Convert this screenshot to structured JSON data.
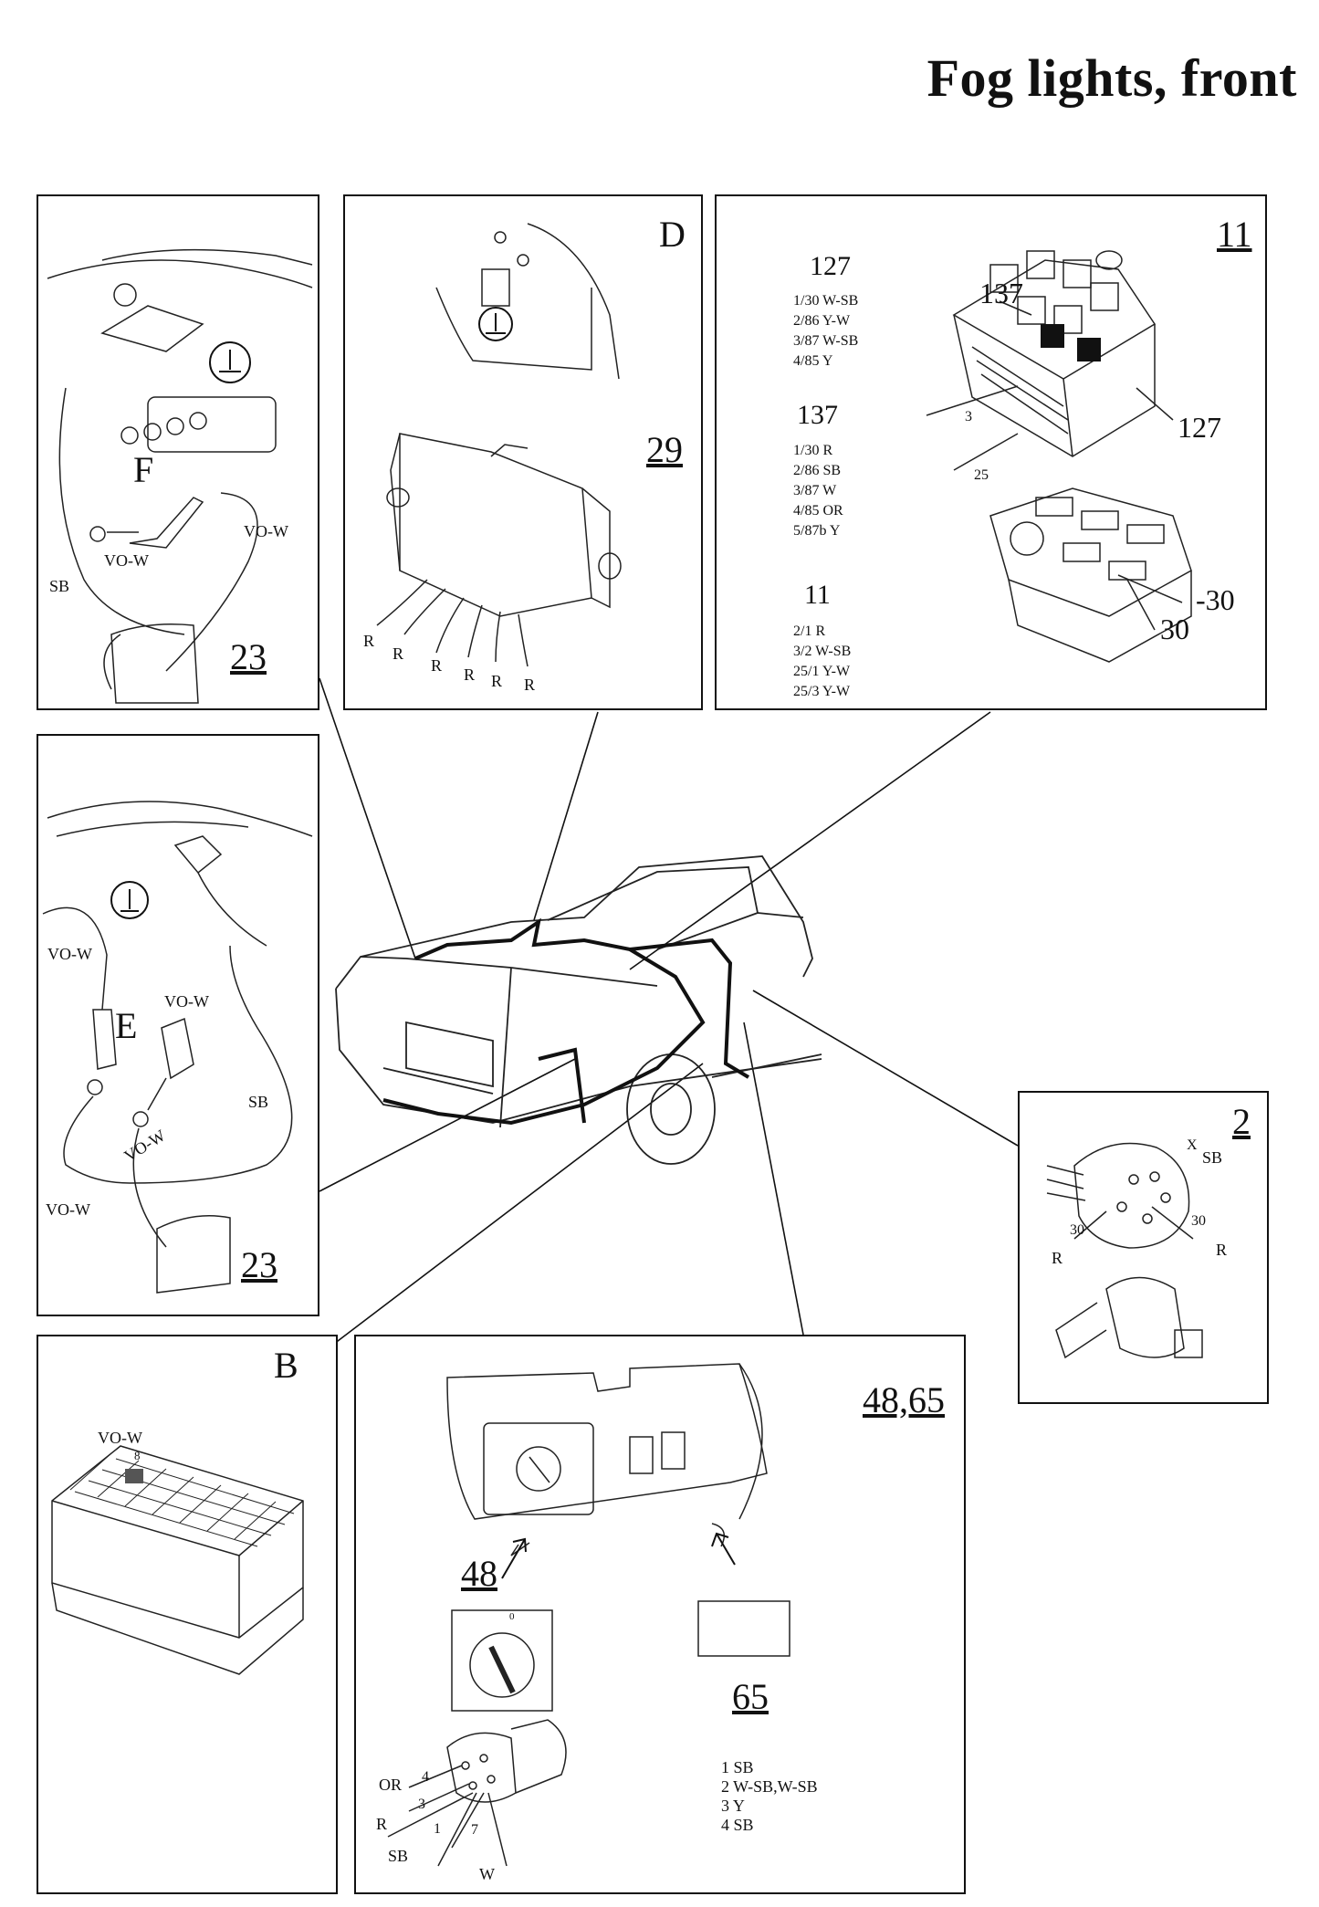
{
  "title": "Fog lights, front",
  "panels": {
    "F": {
      "letter": "F",
      "ref": "23",
      "wires": [
        "VO-W",
        "VO-W",
        "SB"
      ]
    },
    "D": {
      "letter": "D",
      "ref": "29",
      "wires": [
        "R",
        "R",
        "R",
        "R",
        "R",
        "R"
      ]
    },
    "fusebox": {
      "ref": "11",
      "callouts": [
        "137",
        "3",
        "127",
        "25",
        "-30",
        "30"
      ],
      "blocks": [
        {
          "heading": "127",
          "rows": [
            "1/30 W-SB",
            "2/86 Y-W",
            "3/87 W-SB",
            "4/85 Y"
          ]
        },
        {
          "heading": "137",
          "rows": [
            "1/30 R",
            "2/86 SB",
            "3/87 W",
            "4/85 OR",
            "5/87b Y"
          ]
        },
        {
          "heading": "11",
          "rows": [
            "2/1 R",
            "3/2 W-SB",
            "25/1 Y-W",
            "25/3 Y-W"
          ]
        }
      ]
    },
    "E": {
      "letter": "E",
      "ref": "23",
      "wires": [
        "VO-W",
        "VO-W",
        "VO-W",
        "VO-W",
        "SB"
      ]
    },
    "switch2": {
      "ref": "2",
      "labels": [
        "X",
        "SB",
        "30",
        "30",
        "R",
        "R"
      ]
    },
    "B": {
      "letter": "B",
      "wire": "VO-W",
      "pin": "8"
    },
    "dash": {
      "ref": "48,65",
      "switch48": {
        "ref": "48",
        "dial_marks": [
          "0"
        ]
      },
      "switch65": {
        "ref": "65"
      },
      "connector": {
        "wires": [
          "OR",
          "R",
          "SB",
          "W"
        ],
        "pins": [
          "4",
          "3",
          "1",
          "7"
        ]
      },
      "legend": [
        "1 SB",
        "2 W-SB,W-SB",
        "3 Y",
        "4 SB"
      ]
    }
  }
}
